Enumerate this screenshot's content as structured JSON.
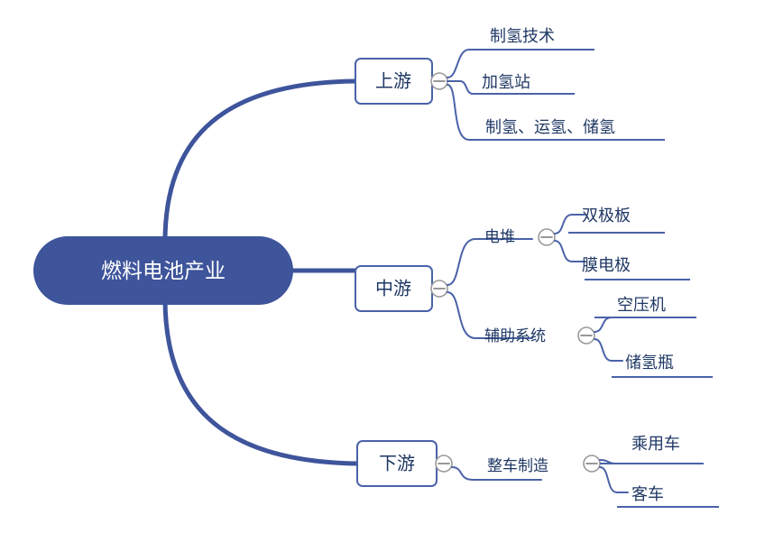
{
  "diagram": {
    "type": "mindmap",
    "title": "燃料电池产业",
    "background": "#ffffff",
    "colors": {
      "root_fill": "#3E549B",
      "root_text": "#ffffff",
      "branch_stroke": "#4A62A8",
      "trunk_stroke": "#3E549B",
      "node_text": "#1F3864",
      "toggle_stroke": "#9A9A9A"
    },
    "root": {
      "label": "燃料电池产业"
    },
    "branches": [
      {
        "id": "upstream",
        "label": "上游",
        "toggle": "collapse-toggle",
        "children": [
          {
            "label": "制氢技术"
          },
          {
            "label": "加氢站"
          },
          {
            "label": "制氢、运氢、储氢"
          }
        ]
      },
      {
        "id": "midstream",
        "label": "中游",
        "toggle": "collapse-toggle",
        "children": [
          {
            "label": "电堆",
            "toggle": "collapse-toggle",
            "children": [
              {
                "label": "双极板"
              },
              {
                "label": "膜电极"
              }
            ]
          },
          {
            "label": "辅助系统",
            "toggle": "collapse-toggle",
            "children": [
              {
                "label": "空压机"
              },
              {
                "label": "储氢瓶"
              }
            ]
          }
        ]
      },
      {
        "id": "downstream",
        "label": "下游",
        "toggle": "collapse-toggle",
        "children": [
          {
            "label": "整车制造",
            "toggle": "collapse-toggle",
            "children": [
              {
                "label": "乘用车"
              },
              {
                "label": "客车"
              }
            ]
          }
        ]
      }
    ]
  }
}
